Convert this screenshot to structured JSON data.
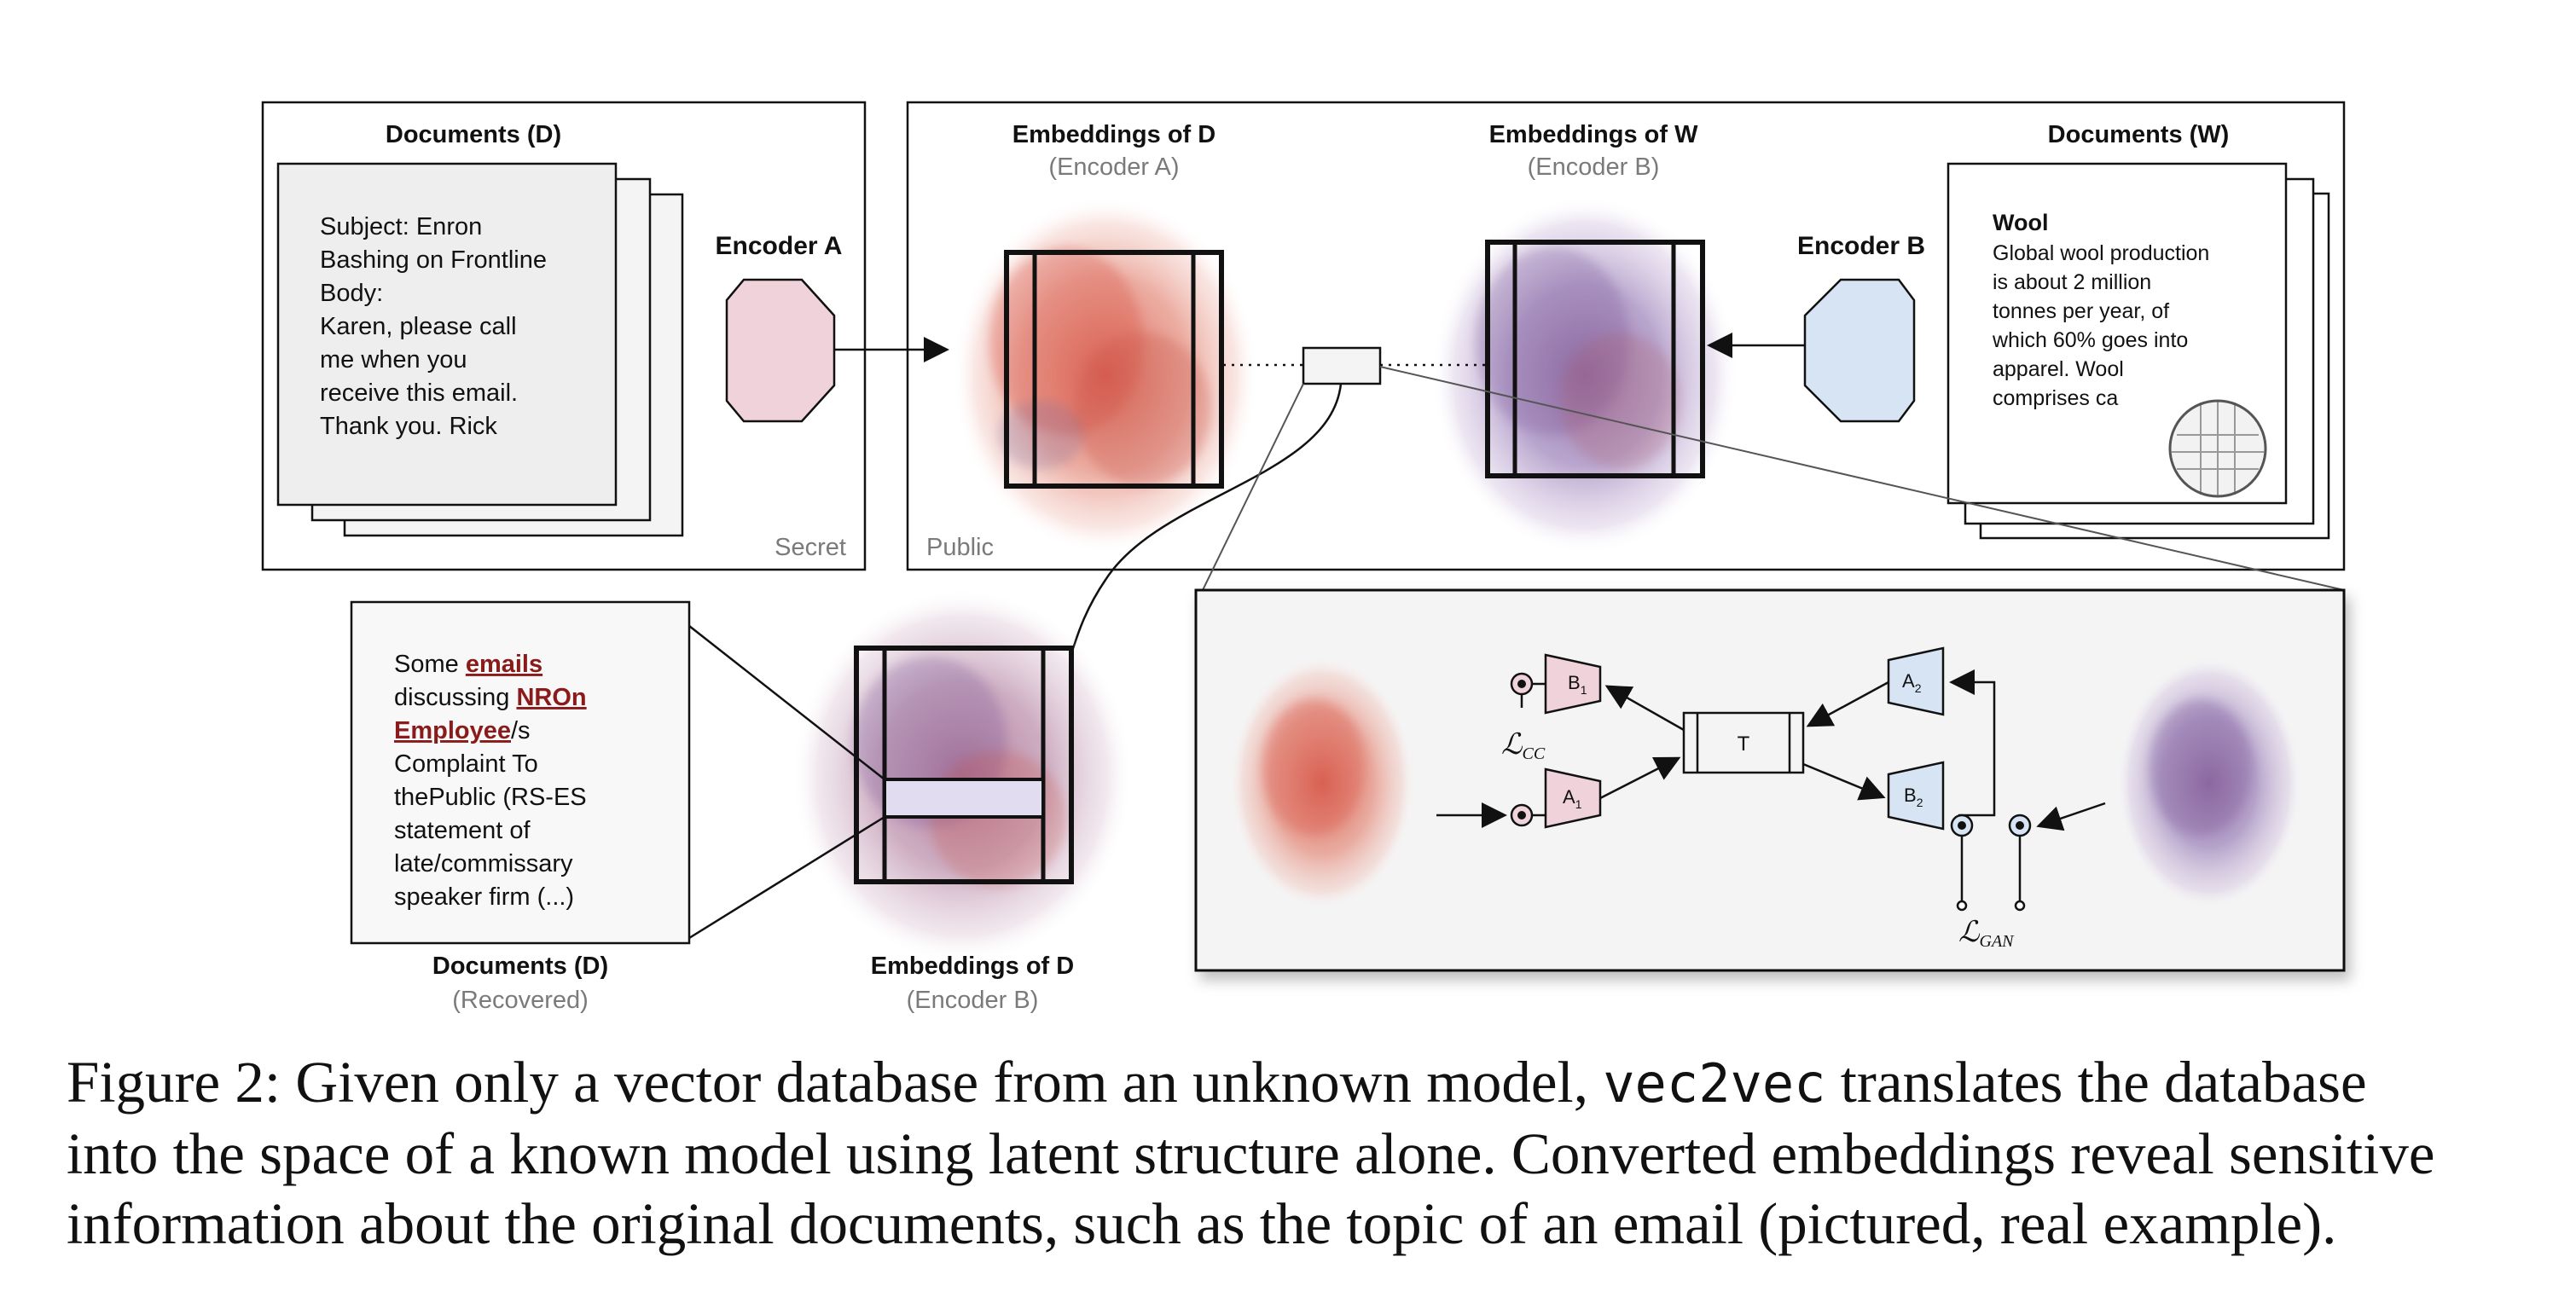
{
  "figure": {
    "secret_panel": {
      "docs_title": "Documents (D)",
      "email_lines": [
        "Subject: Enron",
        "Bashing on Frontline",
        "Body:",
        "Karen, please call",
        "me when you",
        "receive this email.",
        "Thank you. Rick"
      ],
      "encoder_label": "Encoder A",
      "region_label": "Secret"
    },
    "public_panel": {
      "emb_d_title": "Embeddings of D",
      "emb_d_sub": "(Encoder A)",
      "emb_w_title": "Embeddings of W",
      "emb_w_sub": "(Encoder B)",
      "encoder_label": "Encoder B",
      "docs_w_title": "Documents (W)",
      "wiki_title": "Wool",
      "wiki_lines": [
        "Global wool production",
        "is about 2 million",
        "tonnes per year, of",
        "which 60% goes into",
        "apparel. Wool",
        "comprises ca"
      ],
      "region_label": "Public"
    },
    "recovered": {
      "line1_plain": "Some ",
      "line1_hl": "emails",
      "line2_plain": "discussing ",
      "line2_hl": "NROn",
      "line3_hl": "Employee",
      "line3_plain": "/s",
      "rest_lines": [
        "Complaint To",
        "thePublic (RS-ES",
        "statement of",
        "late/commissary",
        "speaker firm (...)"
      ],
      "docs_title": "Documents (D)",
      "docs_sub": "(Recovered)",
      "emb_title": "Embeddings of D",
      "emb_sub": "(Encoder B)"
    },
    "zoom": {
      "t_label": "T",
      "a1": "A",
      "a2": "A",
      "b1": "B",
      "b2": "B",
      "sub1": "1",
      "sub2": "2",
      "loss_cc_main": "ℒ",
      "loss_cc_sub": "CC",
      "loss_gan_main": "ℒ",
      "loss_gan_sub": "GAN"
    }
  },
  "caption": {
    "line1_a": "Figure 2: Given only a vector database from an unknown model, ",
    "line1_code": "vec2vec",
    "line1_b": " translates the database",
    "line2": "into the space of a known model using latent structure alone. Converted embeddings reveal sensitive",
    "line3": "information about the original documents, such as the topic of an email (pictured, real example)."
  },
  "colors": {
    "encoder_a_fill": "#f0d3da",
    "encoder_b_fill": "#d6e4f3",
    "highlight": "#8b1a1a",
    "recovered_bar": "#e1dcf0"
  }
}
